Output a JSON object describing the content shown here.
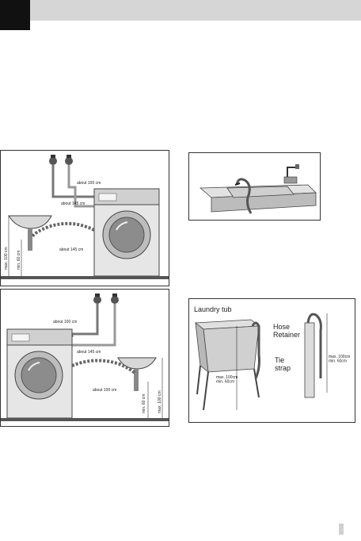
{
  "header": {
    "bar_color": "#d6d6d6",
    "tab_color": "#111111"
  },
  "figure_top_left": {
    "labels": {
      "hose_top": "about 100 cm",
      "hose_mid": "about 145 cm",
      "drain_hose": "about 145 cm",
      "height_max": "max. 100 cm",
      "height_min": "min. 60 cm"
    }
  },
  "figure_bottom_left": {
    "labels": {
      "hose_top": "about 100 cm",
      "hose_mid": "about 145 cm",
      "drain_hose": "about 100 cm",
      "height_min": "min. 60 cm",
      "height_max": "max. 100 cm"
    }
  },
  "figure_right_bottom": {
    "labels": {
      "title": "Laundry tub",
      "hose_retainer": "Hose\nRetainer",
      "tie_strap": "Tie\nstrap",
      "tub_height": "max. 100cm\nmin. 60cm",
      "standpipe_height": "max. 100cm\nmin. 60cm"
    }
  }
}
